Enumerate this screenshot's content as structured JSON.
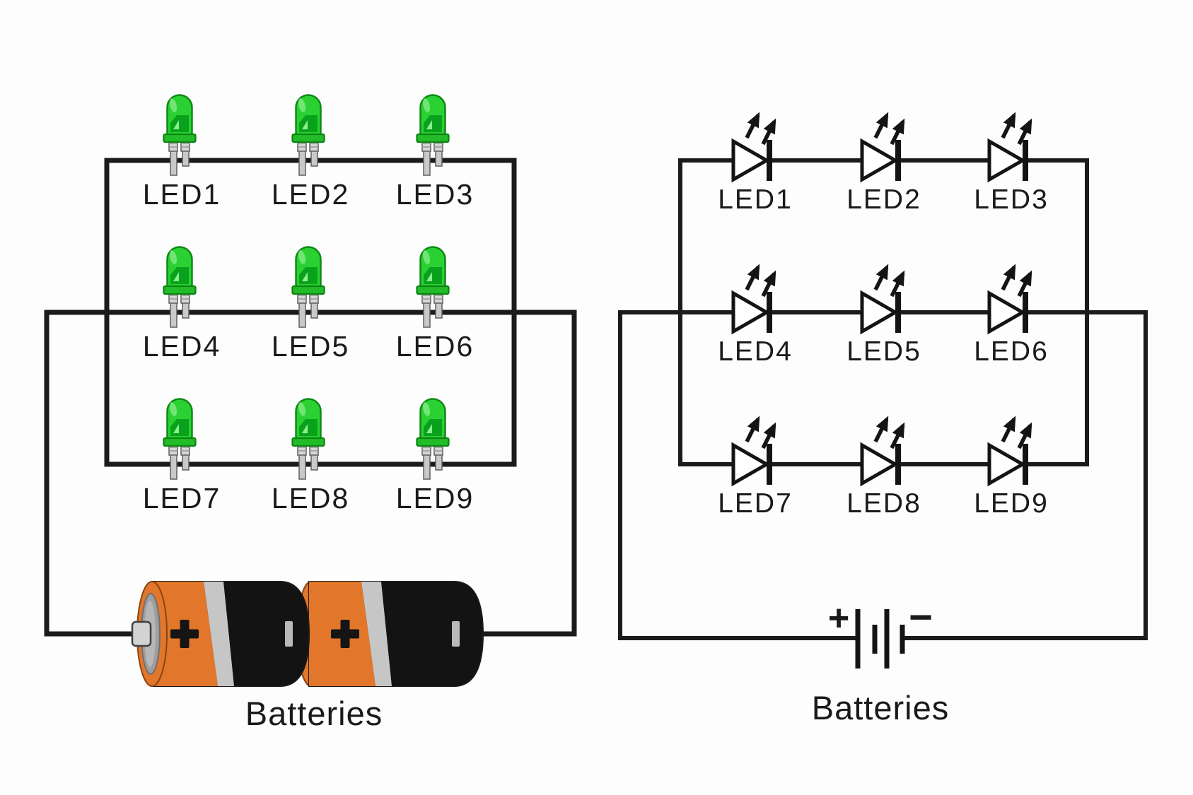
{
  "left_circuit": {
    "description": "pictorial LED array circuit",
    "led_labels": [
      "LED1",
      "LED2",
      "LED3",
      "LED4",
      "LED5",
      "LED6",
      "LED7",
      "LED8",
      "LED9"
    ],
    "battery_label": "Batteries"
  },
  "right_circuit": {
    "description": "schematic LED array circuit",
    "led_labels": [
      "LED1",
      "LED2",
      "LED3",
      "LED4",
      "LED5",
      "LED6",
      "LED7",
      "LED8",
      "LED9"
    ],
    "battery_label": "Batteries",
    "battery_plus": "+",
    "battery_minus": "−"
  },
  "colors": {
    "wire": "#1b1b1b",
    "symbol_ink": "#141414",
    "led_green": "#2bd133",
    "led_green_flange": "#22bc28",
    "led_green_dark": "#0aa21c",
    "battery_orange": "#e2772b",
    "battery_black": "#131313",
    "battery_gray_band": "#c6c6c6",
    "text": "#1a1a1a",
    "background": "#fdfdfd"
  }
}
